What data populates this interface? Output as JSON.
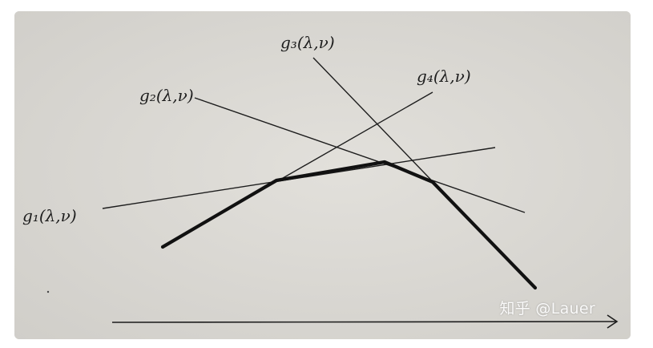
{
  "labels": {
    "g1": "g₁(λ,ν)",
    "g2": "g₂(λ,ν)",
    "g3": "g₃(λ,ν)",
    "g4": "g₄(λ,ν)"
  },
  "watermark": "知乎 @Lauer",
  "colors": {
    "paper": "#d9d7d2",
    "ink": "#1d1d1d"
  }
}
